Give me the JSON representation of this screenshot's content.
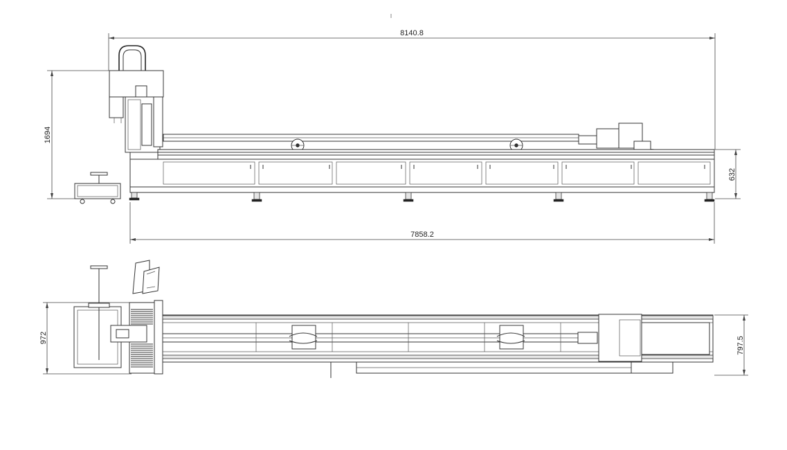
{
  "dimensions": {
    "side_overall_length": "8140.8",
    "side_height": "1694",
    "side_bed_height": "632",
    "side_bed_length": "7858.2",
    "top_width": "972",
    "top_bed_width": "797.5"
  },
  "views": [
    "side-elevation",
    "top-plan"
  ]
}
